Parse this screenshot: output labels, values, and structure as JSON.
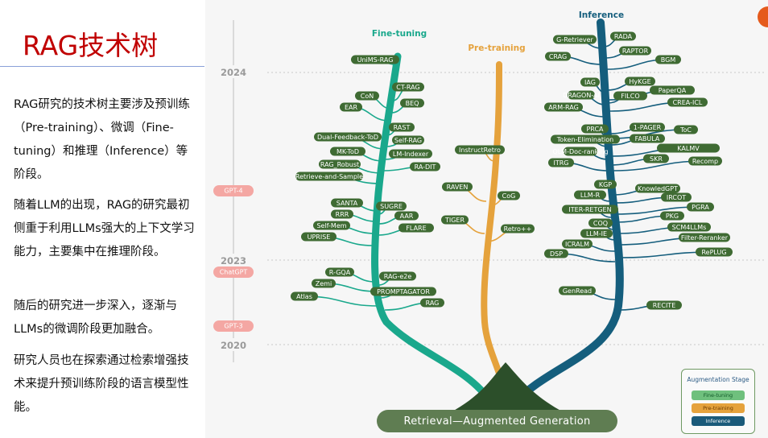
{
  "slide": {
    "title": "RAG技术树",
    "paragraphs": [
      "RAG研究的技术树主要涉及预训练（Pre-training）、微调（Fine-tuning）和推理（Inference）等阶段。",
      "随着LLM的出现，RAG的研究最初侧重于利用LLMs强大的上下文学习能力，主要集中在推理阶段。",
      "随后的研究进一步深入，逐渐与LLMs的微调阶段更加融合。",
      "研究人员也在探索通过检索增强技术来提升预训练阶段的语言模型性能。"
    ]
  },
  "tree": {
    "branch_labels": {
      "fine_tuning": "Fine-tuning",
      "pre_training": "Pre-training",
      "inference": "Inference"
    },
    "colors": {
      "fine_tuning": "#1aa88c",
      "pre_training": "#e5a23c",
      "inference": "#155e7d",
      "node": "#3f6b33"
    },
    "years": [
      "2024",
      "2023",
      "2020"
    ],
    "milestones": [
      "GPT-4",
      "ChatGPT",
      "GPT-3"
    ],
    "base_label": "Retrieval—Augmented Generation",
    "legend": {
      "title": "Augmentation Stage",
      "items": [
        "Fine-tuning",
        "Pre-training",
        "Inference"
      ]
    },
    "fine_tuning_nodes": [
      "UniMS-RAG",
      "CT-RAG",
      "CoN",
      "EAR",
      "BEQ",
      "RAST",
      "Dual-Feedback-ToD",
      "Self-RAG",
      "MK-ToD",
      "LM-Indexer",
      "RAG_Robust",
      "RA-DIT",
      "Retrieve-and-Sample",
      "SANTA",
      "SUGRE",
      "RRR",
      "AAR",
      "Self-Mem",
      "FLARE",
      "UPRISE",
      "R-GQA",
      "RAG-e2e",
      "Zemi",
      "PROMPTAGATOR",
      "Atlas",
      "RAG"
    ],
    "pre_training_nodes": [
      "InstructRetro",
      "RAVEN",
      "CoG",
      "TIGER",
      "Retro++"
    ],
    "inference_nodes": [
      "G-Retriever",
      "RADA",
      "RAPTOR",
      "CRAG",
      "BGM",
      "IAG",
      "HyKGE",
      "DRAGON-AI",
      "FILCO",
      "PaperQA",
      "CREA-ICL",
      "ARM-RAG",
      "PRCA",
      "1-PAGER",
      "ToC",
      "Token-Elimination",
      "FABULA",
      "KALMV",
      "QLM-Doc-ranking",
      "SKR",
      "ITRG",
      "Recomp",
      "KGP",
      "KnowledGPT",
      "LLM-R",
      "IRCOT",
      "ITER-RETGEN",
      "PGRA",
      "COQ",
      "PKG",
      "LLM-IE",
      "SCM4LLMs",
      "ICRALM",
      "Filter-Reranker",
      "DSP",
      "RePLUG",
      "GenRead",
      "RECITE"
    ]
  }
}
